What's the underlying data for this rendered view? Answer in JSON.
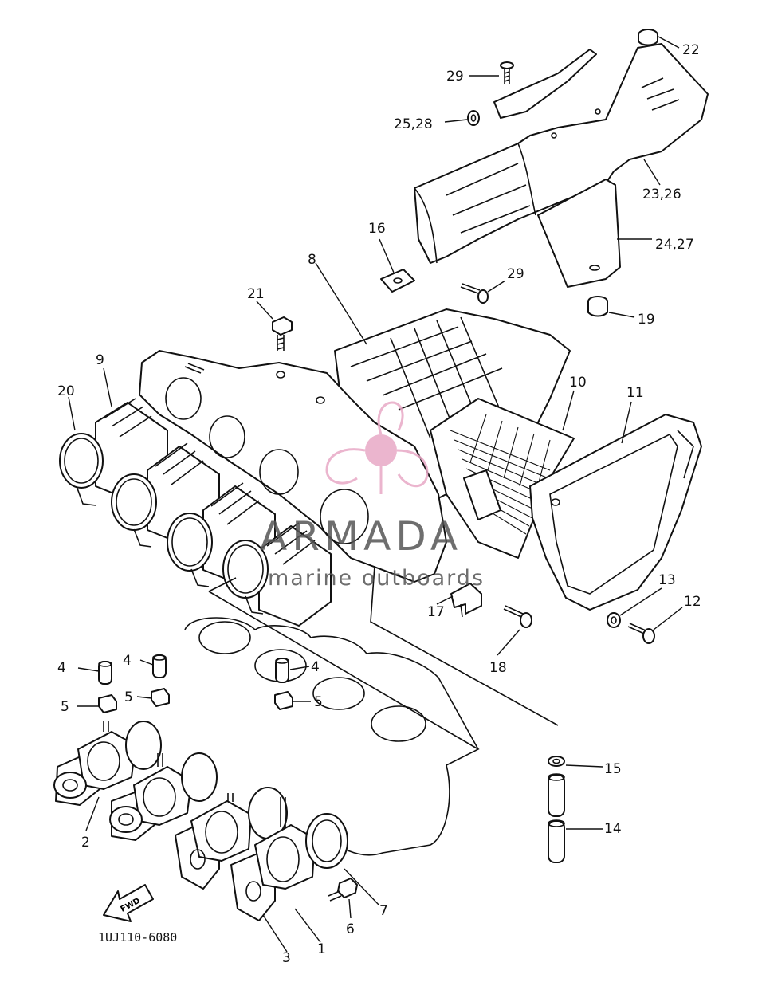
{
  "diagram": {
    "code": "1UJ110-6080",
    "fwd_label": "FWD",
    "callouts": [
      {
        "id": "c22",
        "text": "22"
      },
      {
        "id": "c29a",
        "text": "29"
      },
      {
        "id": "c2528",
        "text": "25,28"
      },
      {
        "id": "c2326",
        "text": "23,26"
      },
      {
        "id": "c2427",
        "text": "24,27"
      },
      {
        "id": "c16",
        "text": "16"
      },
      {
        "id": "c29b",
        "text": "29"
      },
      {
        "id": "c8",
        "text": "8"
      },
      {
        "id": "c19",
        "text": "19"
      },
      {
        "id": "c21",
        "text": "21"
      },
      {
        "id": "c9",
        "text": "9"
      },
      {
        "id": "c20",
        "text": "20"
      },
      {
        "id": "c10",
        "text": "10"
      },
      {
        "id": "c11",
        "text": "11"
      },
      {
        "id": "c13",
        "text": "13"
      },
      {
        "id": "c12",
        "text": "12"
      },
      {
        "id": "c17",
        "text": "17"
      },
      {
        "id": "c18",
        "text": "18"
      },
      {
        "id": "c4a",
        "text": "4"
      },
      {
        "id": "c4b",
        "text": "4"
      },
      {
        "id": "c4c",
        "text": "4"
      },
      {
        "id": "c5a",
        "text": "5"
      },
      {
        "id": "c5b",
        "text": "5"
      },
      {
        "id": "c5c",
        "text": "5"
      },
      {
        "id": "c15",
        "text": "15"
      },
      {
        "id": "c14",
        "text": "14"
      },
      {
        "id": "c2",
        "text": "2"
      },
      {
        "id": "c7",
        "text": "7"
      },
      {
        "id": "c6",
        "text": "6"
      },
      {
        "id": "c1",
        "text": "1"
      },
      {
        "id": "c3",
        "text": "3"
      }
    ]
  },
  "watermark": {
    "brand": "ARMADA",
    "tagline": "marine outboards",
    "color": "#e8a9c6"
  }
}
